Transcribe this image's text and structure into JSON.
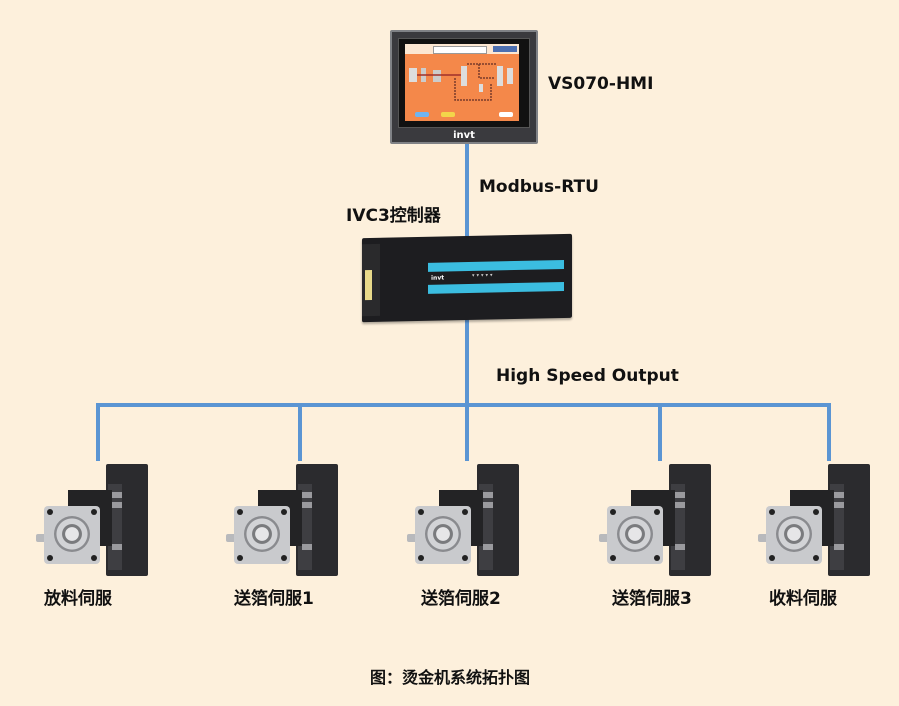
{
  "diagram": {
    "caption": "图：烫金机系统拓扑图",
    "colors": {
      "background": "#fdf0dc",
      "link": "#5b95d3",
      "text": "#111111"
    },
    "nodes": {
      "hmi": {
        "label": "VS070-HMI",
        "brand": "invt"
      },
      "controller": {
        "label": "IVC3控制器",
        "brand": "invt"
      },
      "servos": [
        {
          "label": "放料伺服"
        },
        {
          "label": "送箔伺服1"
        },
        {
          "label": "送箔伺服2"
        },
        {
          "label": "送箔伺服3"
        },
        {
          "label": "收料伺服"
        }
      ]
    },
    "links": {
      "hmi_to_controller": {
        "label": "Modbus-RTU"
      },
      "controller_to_servos": {
        "label": "High Speed Output"
      }
    }
  }
}
